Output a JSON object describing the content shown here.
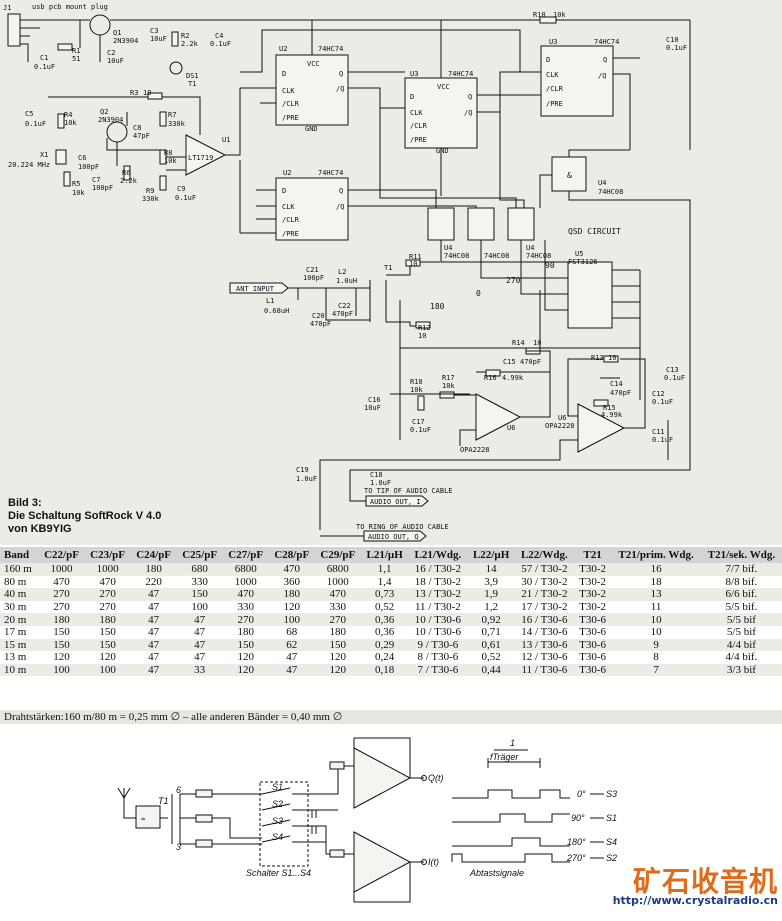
{
  "schematic": {
    "labels": {
      "j1": "J1",
      "usb": "usb pcb mount plug",
      "q1": "Q1",
      "q1_type": "2N3904",
      "c3": "C3",
      "c3_val": "10uF",
      "r2": "R2",
      "r2_val": "2.2k",
      "c4": "C4",
      "c4_val": "0.1uF",
      "r10": "R10",
      "r10_val": "10k",
      "c10": "C10",
      "c10_val": "0.1uF",
      "c1": "C1",
      "c1_val": "0.1uF",
      "r1": "R1",
      "r1_val": "51",
      "c2": "C2",
      "c2_val": "10uF",
      "ds1": "DS1",
      "t1": "T1",
      "u2": "U2",
      "u2_type": "74HC74",
      "u3": "U3",
      "u3_type": "74HC74",
      "vcc": "VCC",
      "gnd": "GND",
      "d": "D",
      "clk": "CLK",
      "clr": "/CLR",
      "pre": "/PRE",
      "q": "Q",
      "qn": "/Q",
      "r3": "R3",
      "r3_val": "10",
      "c5": "C5",
      "c5_val": "0.1uF",
      "r4": "R4",
      "r4_val": "10k",
      "q2": "Q2",
      "q2_type": "2N3904",
      "r7": "R7",
      "r7_val": "330k",
      "c8": "C8",
      "c8_val": "47pF",
      "u1": "U1",
      "u1_type": "LT1719",
      "c6": "C6",
      "c6_val": "100pF",
      "x1": "X1",
      "x1_val": "20.224 MHz",
      "r5": "R5",
      "r5_val": "10k",
      "c7": "C7",
      "c7_val": "100pF",
      "r6": "R6",
      "r6_val": "2.2k",
      "r8": "R8",
      "r8_val": "10k",
      "r9": "R9",
      "r9_val": "330k",
      "c9": "C9",
      "c9_val": "0.1uF",
      "u4": "U4",
      "u4_type": "74HC08",
      "qsd": "QSD CIRCUIT",
      "u5": "U5",
      "u5_type": "FST3126",
      "ant": "ANT INPUT",
      "c21": "C21",
      "c21_val": "100pF",
      "l2": "L2",
      "l2_val": "1.0uH",
      "l1": "L1",
      "l1_val": "0.68uH",
      "c20": "C20",
      "c20_val": "470pF",
      "c22": "C22",
      "c22_val": "470pF",
      "r11": "R11",
      "r11_val": "10",
      "r12": "R12",
      "r12_val": "10",
      "deg270": "270",
      "deg0": "0",
      "deg90": "90",
      "deg180": "180",
      "r14": "R14",
      "r14_val": "10",
      "c15": "C15",
      "c15_val": "470pF",
      "r16": "R16",
      "r16_val": "4.99k",
      "r13": "R13",
      "r13_val": "10",
      "c14": "C14",
      "c14_val": "470pF",
      "r15": "R15",
      "r15_val": "4.99k",
      "c13": "C13",
      "c13_val": "0.1uF",
      "c12": "C12",
      "c12_val": "0.1uF",
      "c11": "C11",
      "c11_val": "0.1uF",
      "r18": "R18",
      "r18_val": "10k",
      "r17": "R17",
      "r17_val": "10k",
      "c16": "C16",
      "c16_val": "10uF",
      "c17": "C17",
      "c17_val": "0.1uF",
      "u6": "U6",
      "u6_type": "OPA2228",
      "c19": "C19",
      "c19_val": "1.0uF",
      "c18": "C18",
      "c18_val": "1.0uF",
      "tip": "TO TIP OF AUDIO CABLE",
      "audio_i": "AUDIO OUT, I",
      "ring": "TO RING OF AUDIO CABLE",
      "audio_q": "AUDIO OUT, Q"
    },
    "caption": [
      "Bild 3:",
      "Die Schaltung SoftRock V 4.0",
      "von KB9YIG"
    ]
  },
  "table": {
    "headers": [
      "Band",
      "C22/pF",
      "C23/pF",
      "C24/pF",
      "C25/pF",
      "C27/pF",
      "C28/pF",
      "C29/pF",
      "L21/µH",
      "L21/Wdg.",
      "L22/µH",
      "L22/Wdg.",
      "T21",
      "T21/prim. Wdg.",
      "T21/sek. Wdg."
    ],
    "rows": [
      [
        "160 m",
        "1000",
        "1000",
        "180",
        "680",
        "6800",
        "470",
        "6800",
        "1,1",
        "16 / T30-2",
        "14",
        "57 / T30-2",
        "T30-2",
        "16",
        "7/7 bif."
      ],
      [
        "80 m",
        "470",
        "470",
        "220",
        "330",
        "1000",
        "360",
        "1000",
        "1,4",
        "18 / T30-2",
        "3,9",
        "30 / T30-2",
        "T30-2",
        "18",
        "8/8 bif."
      ],
      [
        "40 m",
        "270",
        "270",
        "47",
        "150",
        "470",
        "180",
        "470",
        "0,73",
        "13 / T30-2",
        "1,9",
        "21 / T30-2",
        "T30-2",
        "13",
        "6/6 bif."
      ],
      [
        "30 m",
        "270",
        "270",
        "47",
        "100",
        "330",
        "120",
        "330",
        "0,52",
        "11 / T30-2",
        "1,2",
        "17 / T30-2",
        "T30-2",
        "11",
        "5/5 bif."
      ],
      [
        "20 m",
        "180",
        "180",
        "47",
        "47",
        "270",
        "100",
        "270",
        "0,36",
        "10 / T30-6",
        "0,92",
        "16 / T30-6",
        "T30-6",
        "10",
        "5/5 bif"
      ],
      [
        "17 m",
        "150",
        "150",
        "47",
        "47",
        "180",
        "68",
        "180",
        "0,36",
        "10 / T30-6",
        "0,71",
        "14 / T30-6",
        "T30-6",
        "10",
        "5/5 bif"
      ],
      [
        "15 m",
        "150",
        "150",
        "47",
        "47",
        "150",
        "62",
        "150",
        "0,29",
        "9 / T30-6",
        "0,61",
        "13 / T30-6",
        "T30-6",
        "9",
        "4/4 bif"
      ],
      [
        "13 m",
        "120",
        "120",
        "47",
        "47",
        "120",
        "47",
        "120",
        "0,24",
        "8 / T30-6",
        "0,52",
        "12 / T30-6",
        "T30-6",
        "8",
        "4/4 bif."
      ],
      [
        "10 m",
        "100",
        "100",
        "47",
        "33",
        "120",
        "47",
        "120",
        "0,18",
        "7 / T30-6",
        "0,44",
        "11 / T30-6",
        "T30-6",
        "7",
        "3/3 bif"
      ]
    ],
    "note": "Drahtstärken:160 m/80 m = 0,25 mm ∅ – alle anderen Bänder = 0,40 mm ∅"
  },
  "block_diagram": {
    "t1": "T1",
    "pin6": "6",
    "pin3": "3",
    "s1": "S1",
    "s2": "S2",
    "s3": "S3",
    "s4": "S4",
    "switches": "Schalter S1...S4",
    "qt": "Q(t)",
    "it": "I(t)",
    "period_num": "1",
    "period_den": "fTräger",
    "p0": "0°",
    "p90": "90°",
    "p180": "180°",
    "p270": "270°",
    "o3": "S3",
    "o1": "S1",
    "o4": "S4",
    "o2": "S2",
    "sampling": "Abtastsignale"
  },
  "watermark": {
    "title": "矿石收音机",
    "url": "http://www.crystalradio.cn"
  }
}
